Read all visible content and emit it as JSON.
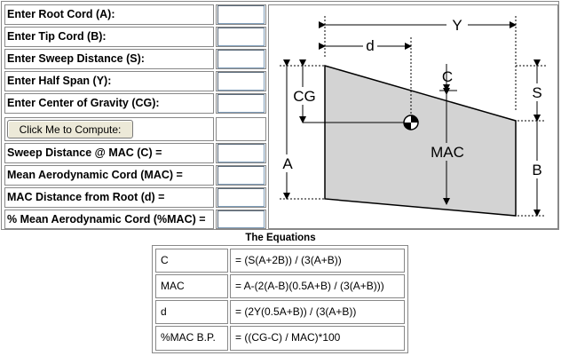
{
  "inputs": [
    {
      "label": "Enter Root Cord (A):",
      "value": ""
    },
    {
      "label": "Enter Tip Cord (B):",
      "value": ""
    },
    {
      "label": "Enter Sweep Distance (S):",
      "value": ""
    },
    {
      "label": "Enter Half Span (Y):",
      "value": ""
    },
    {
      "label": "Enter Center of Gravity (CG):",
      "value": ""
    }
  ],
  "compute_button": "Click Me to Compute:",
  "outputs": [
    {
      "label": "Sweep Distance @ MAC (C) =",
      "value": ""
    },
    {
      "label": "Mean Aerodynamic Cord (MAC) =",
      "value": ""
    },
    {
      "label": "MAC Distance from Root (d) =",
      "value": ""
    },
    {
      "label": "% Mean Aerodynamic Cord (%MAC) =",
      "value": ""
    }
  ],
  "diagram": {
    "labels": {
      "Y": "Y",
      "d": "d",
      "CG": "CG",
      "C": "C",
      "S": "S",
      "MAC": "MAC",
      "A": "A",
      "B": "B"
    },
    "wing_fill": "#d3d3d3"
  },
  "equations": {
    "title": "The Equations",
    "rows": [
      {
        "name": "C",
        "formula": "= (S(A+2B)) / (3(A+B))"
      },
      {
        "name": "MAC",
        "formula": "= A-(2(A-B)(0.5A+B) / (3(A+B)))"
      },
      {
        "name": "d",
        "formula": "= (2Y(0.5A+B)) / (3(A+B))"
      },
      {
        "name": "%MAC B.P.",
        "formula": "= ((CG-C) / MAC)*100"
      }
    ]
  }
}
